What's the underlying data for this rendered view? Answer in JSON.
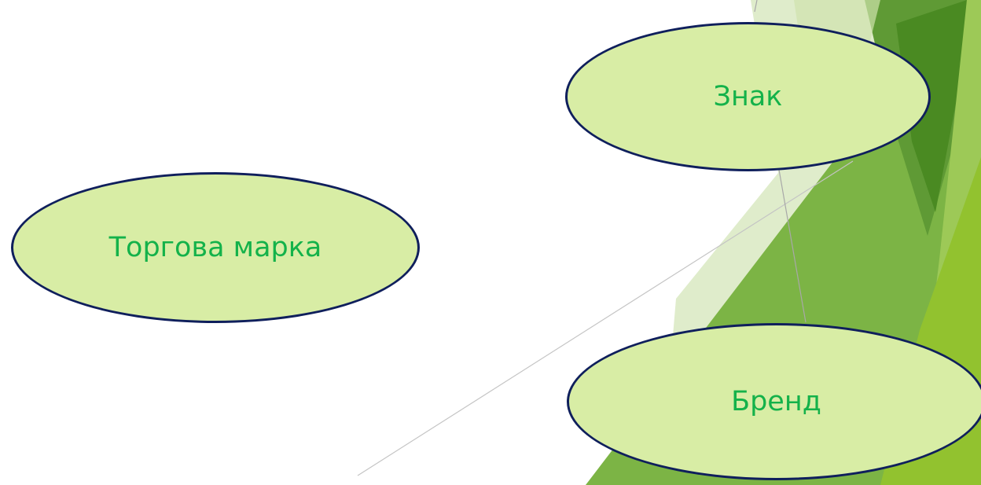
{
  "diagram": {
    "nodes": [
      {
        "id": "znak",
        "label": "Знак"
      },
      {
        "id": "torgova-marka",
        "label": "Торгова марка"
      },
      {
        "id": "brend",
        "label": "Бренд"
      }
    ]
  },
  "colors": {
    "node_fill": "#d8eda5",
    "node_border": "#0f1f5c",
    "node_text": "#14b24a",
    "accent_dark_green": "#4f8a24",
    "accent_green": "#7cb445",
    "accent_light_green": "#9dc957",
    "accent_lime": "#92c22f",
    "accent_pale": "#dfeccb"
  }
}
